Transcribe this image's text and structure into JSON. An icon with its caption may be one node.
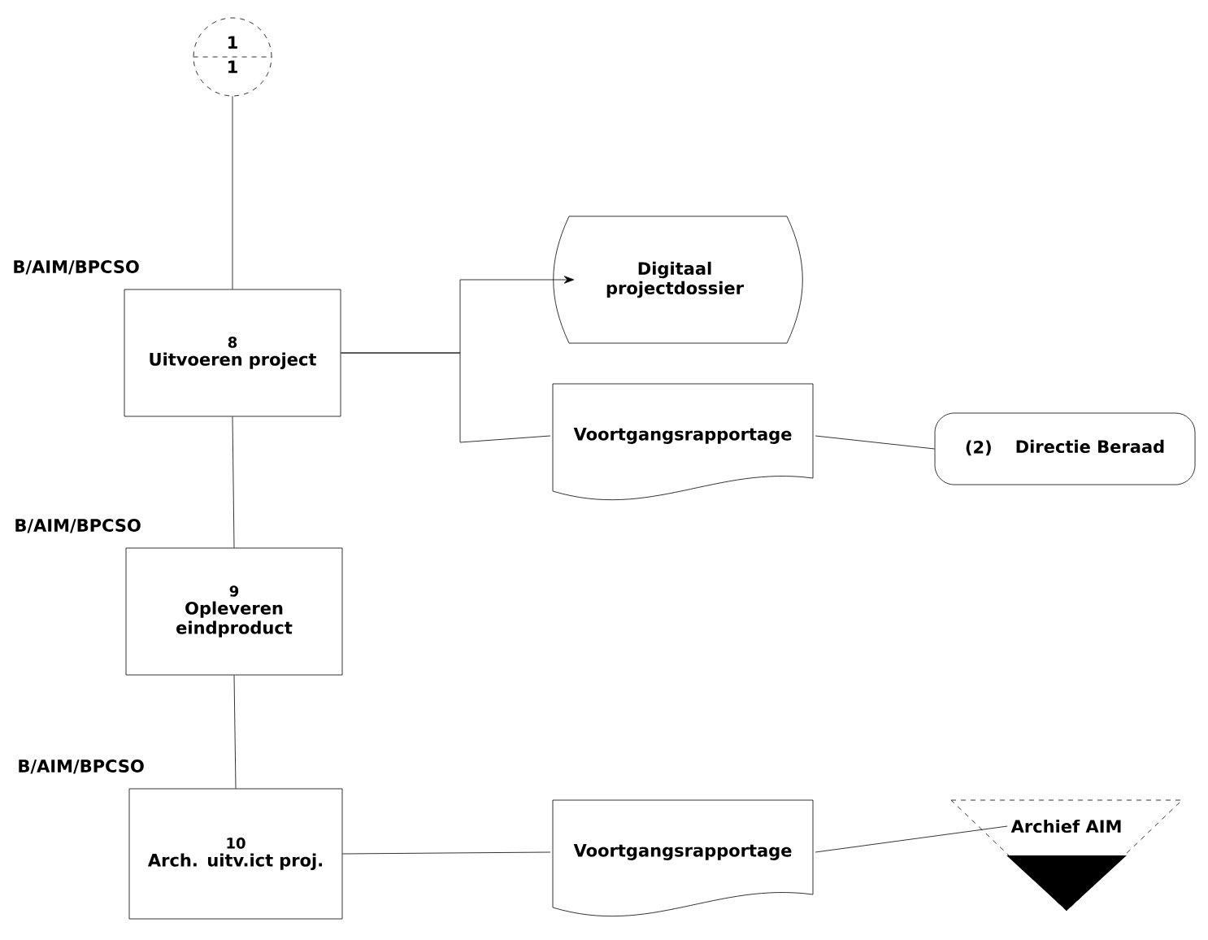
{
  "diagram": {
    "nodes": [
      {
        "text": [
          "1",
          "1"
        ]
      },
      {
        "text": [
          "8",
          "Uitvoeren project"
        ],
        "beside": [
          "B/AIM/BPCSO"
        ]
      },
      {
        "text": [
          "Digitaal projectdossier"
        ]
      },
      {
        "text": [
          "Voortgangsrapportage"
        ]
      },
      {
        "text": [
          "(2)",
          "Directie Beraad"
        ]
      },
      {
        "text": [
          "9",
          "Opleveren eindproduct"
        ],
        "beside": [
          "B/AIM/BPCSO"
        ]
      },
      {
        "text": [
          "10",
          "Arch. uitv.ict proj."
        ],
        "beside": [
          "B/AIM/BPCSO"
        ]
      },
      {
        "text": [
          "Voortgangsrapportage"
        ]
      },
      {
        "text": [
          "Archief AIM"
        ]
      }
    ],
    "edges": [
      {
        "from": 0,
        "to": 1,
        "arrow": "none"
      },
      {
        "from": 1,
        "to": 2,
        "arrow": "to"
      },
      {
        "from": 1,
        "to": 3,
        "arrow": "none"
      },
      {
        "from": 3,
        "to": 4,
        "arrow": "none"
      },
      {
        "from": 1,
        "to": 5,
        "arrow": "none"
      },
      {
        "from": 5,
        "to": 6,
        "arrow": "none"
      },
      {
        "from": 6,
        "to": 7,
        "arrow": "none"
      },
      {
        "from": 7,
        "to": 8,
        "arrow": "none"
      }
    ]
  }
}
